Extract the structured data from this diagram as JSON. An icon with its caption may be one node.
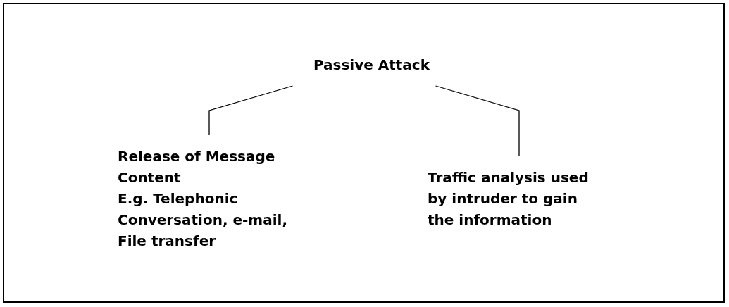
{
  "diagram": {
    "nodes": [
      {
        "text": [
          "Passive Attack"
        ]
      },
      {
        "text": [
          "Release of Message Content",
          "E.g. Telephonic Conversation, e-mail, File transfer"
        ]
      },
      {
        "text": [
          "Traffic analysis used by intruder to gain the information"
        ]
      }
    ],
    "edges": [
      {
        "from": 0,
        "to": 1,
        "arrow": "none"
      },
      {
        "from": 0,
        "to": 2,
        "arrow": "none"
      }
    ]
  }
}
